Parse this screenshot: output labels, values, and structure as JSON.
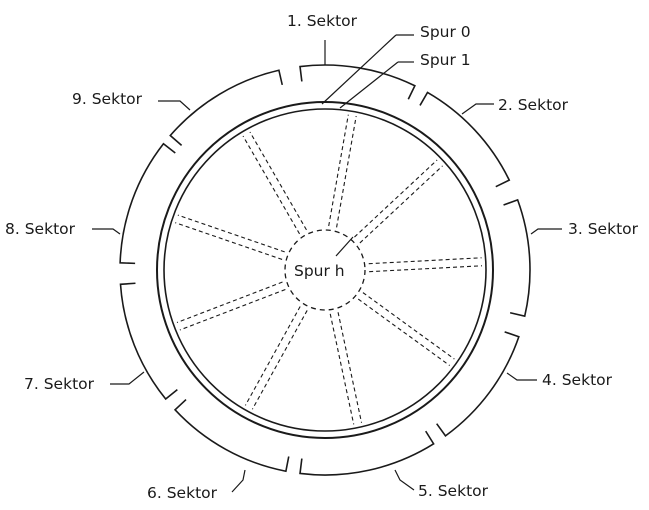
{
  "sectors": [
    {
      "label": "1. Sektor"
    },
    {
      "label": "2. Sektor"
    },
    {
      "label": "3. Sektor"
    },
    {
      "label": "4. Sektor"
    },
    {
      "label": "5. Sektor"
    },
    {
      "label": "6. Sektor"
    },
    {
      "label": "7. Sektor"
    },
    {
      "label": "8. Sektor"
    },
    {
      "label": "9. Sektor"
    }
  ],
  "tracks": {
    "spur0": "Spur 0",
    "spur1": "Spur 1",
    "spurh": "Spur h"
  },
  "colors": {
    "ink": "#1a1a1a",
    "background": "#ffffff"
  }
}
